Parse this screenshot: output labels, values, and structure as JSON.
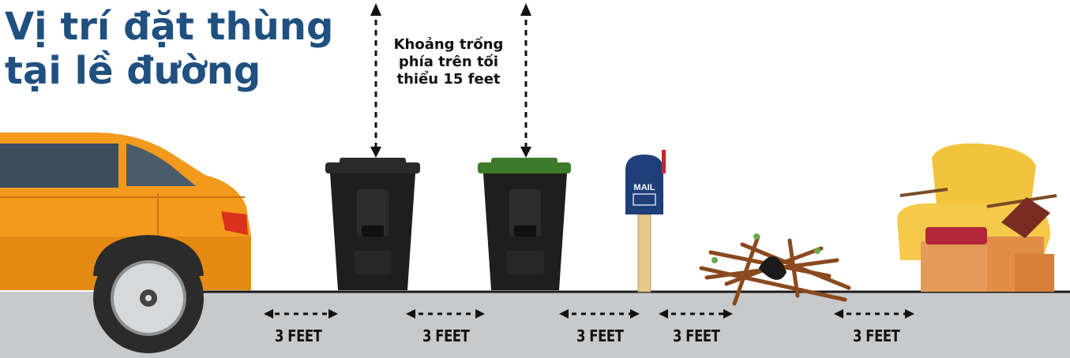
{
  "title": {
    "line1": "Vị trí đặt thùng",
    "line2": "tại lề đường"
  },
  "clearance": {
    "line1": "Khoảng trống",
    "line2": "phía trên tối",
    "line3": "thiểu 15 feet"
  },
  "mailbox": {
    "label": "MAIL"
  },
  "spacing": [
    {
      "label": "3 FEET"
    },
    {
      "label": "3 FEET"
    },
    {
      "label": "3 FEET"
    },
    {
      "label": "3 FEET"
    },
    {
      "label": "3 FEET"
    }
  ],
  "colors": {
    "title": "#1f5080",
    "car": "#f39a1c",
    "bin": "#1e1e1e",
    "green_lid": "#3d7a2a",
    "mailbox": "#1f3f7a",
    "road": "#c8c9cb"
  }
}
